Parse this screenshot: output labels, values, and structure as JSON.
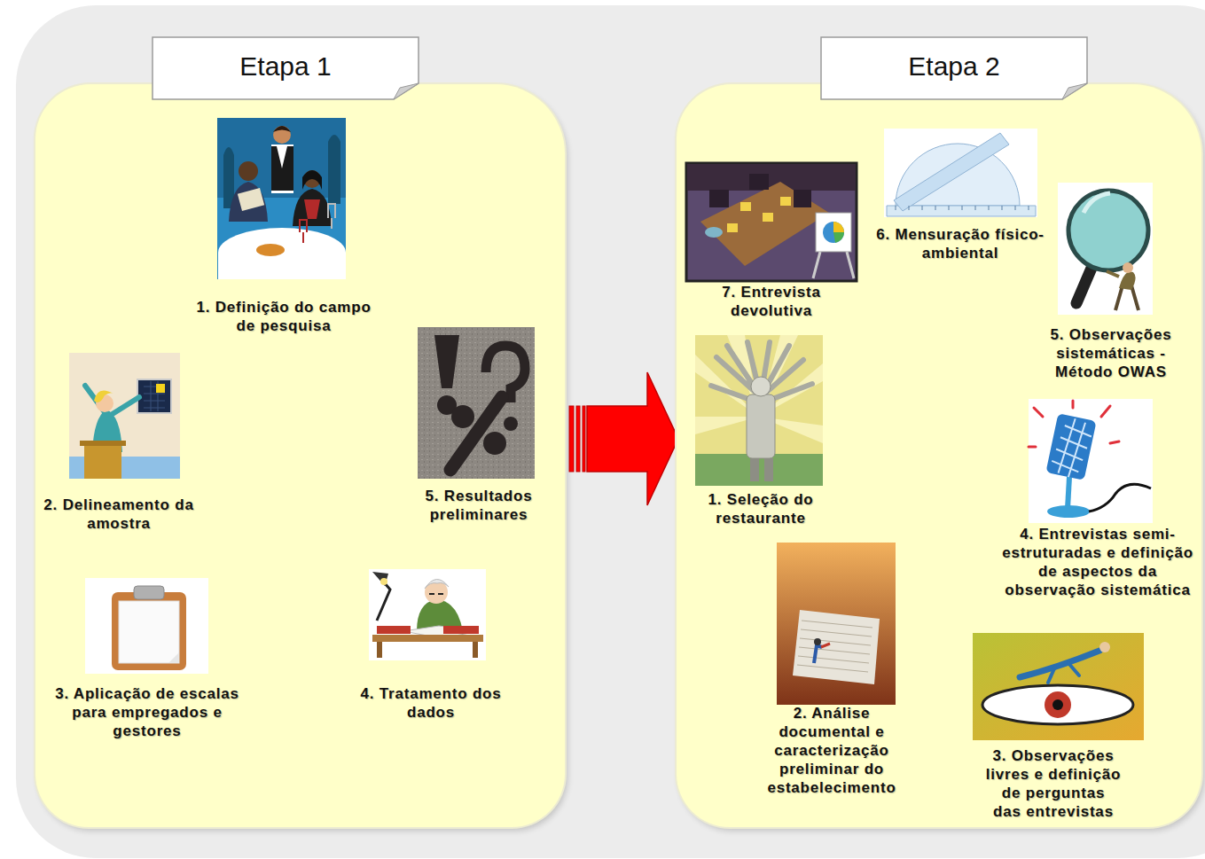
{
  "diagram": {
    "nodes": [
      {
        "text": [
          "Etapa 1"
        ]
      },
      {
        "text": [
          "1. Definição do campo de pesquisa"
        ],
        "in": 0
      },
      {
        "text": [
          "2. Delineamento da amostra"
        ],
        "in": 0
      },
      {
        "text": [
          "3. Aplicação de escalas para empregados e gestores"
        ],
        "in": 0
      },
      {
        "text": [
          "4. Tratamento dos dados"
        ],
        "in": 0
      },
      {
        "text": [
          "5. Resultados preliminares"
        ],
        "in": 0
      },
      {
        "text": [
          "Etapa 2"
        ]
      },
      {
        "text": [
          "1. Seleção do restaurante"
        ],
        "in": 6
      },
      {
        "text": [
          "2. Análise documental e caracterização preliminar do estabelecimento"
        ],
        "in": 6
      },
      {
        "text": [
          "3. Observações livres e definição de perguntas das entrevistas"
        ],
        "in": 6
      },
      {
        "text": [
          "4. Entrevistas semi- estruturadas e definição de aspectos da observação sistemática"
        ],
        "in": 6
      },
      {
        "text": [
          "5. Observações sistemáticas - Método OWAS"
        ],
        "in": 6
      },
      {
        "text": [
          "6. Mensuração físico- ambiental"
        ],
        "in": 6
      },
      {
        "text": [
          "7. Entrevista devolutiva"
        ],
        "in": 6
      }
    ],
    "edges": [
      {
        "from": 0,
        "to": 6,
        "arrow": "to"
      }
    ]
  }
}
